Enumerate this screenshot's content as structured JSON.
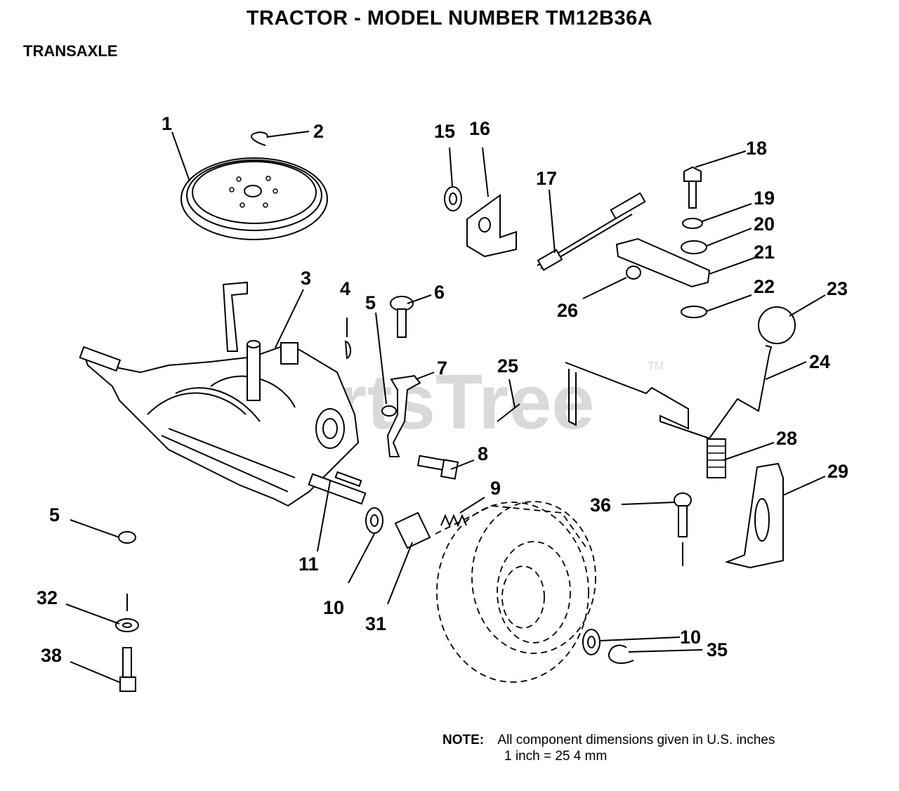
{
  "title": "TRACTOR  - MODEL NUMBER TM12B36A",
  "section": "TRANSAXLE",
  "watermark": {
    "text": "PartsTree",
    "tm": "TM"
  },
  "callouts": [
    {
      "key": "c1",
      "label": "1"
    },
    {
      "key": "c2",
      "label": "2"
    },
    {
      "key": "c3",
      "label": "3"
    },
    {
      "key": "c4",
      "label": "4"
    },
    {
      "key": "c5a",
      "label": "5"
    },
    {
      "key": "c5b",
      "label": "5"
    },
    {
      "key": "c6",
      "label": "6"
    },
    {
      "key": "c7",
      "label": "7"
    },
    {
      "key": "c8",
      "label": "8"
    },
    {
      "key": "c9",
      "label": "9"
    },
    {
      "key": "c10a",
      "label": "10"
    },
    {
      "key": "c10b",
      "label": "10"
    },
    {
      "key": "c11",
      "label": "11"
    },
    {
      "key": "c15",
      "label": "15"
    },
    {
      "key": "c16",
      "label": "16"
    },
    {
      "key": "c17",
      "label": "17"
    },
    {
      "key": "c18",
      "label": "18"
    },
    {
      "key": "c19",
      "label": "19"
    },
    {
      "key": "c20",
      "label": "20"
    },
    {
      "key": "c21",
      "label": "21"
    },
    {
      "key": "c22",
      "label": "22"
    },
    {
      "key": "c23",
      "label": "23"
    },
    {
      "key": "c24",
      "label": "24"
    },
    {
      "key": "c25",
      "label": "25"
    },
    {
      "key": "c26",
      "label": "26"
    },
    {
      "key": "c28",
      "label": "28"
    },
    {
      "key": "c29",
      "label": "29"
    },
    {
      "key": "c31",
      "label": "31"
    },
    {
      "key": "c32",
      "label": "32"
    },
    {
      "key": "c35",
      "label": "35"
    },
    {
      "key": "c36",
      "label": "36"
    },
    {
      "key": "c38",
      "label": "38"
    }
  ],
  "note": {
    "label": "NOTE:",
    "line1": "All component dimensions given in U.S. inches",
    "line2": "1 inch = 25 4 mm"
  }
}
